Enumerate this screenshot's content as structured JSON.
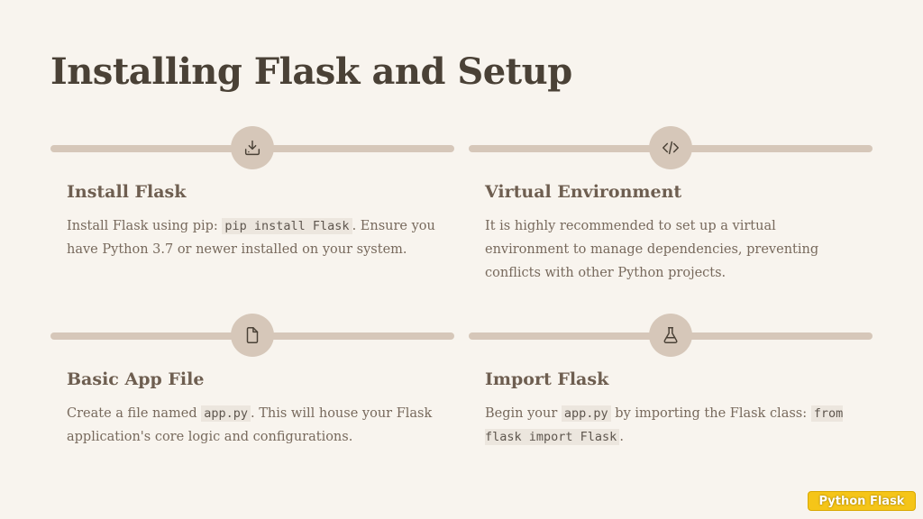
{
  "slide": {
    "title": "Installing Flask and Setup",
    "cards": [
      {
        "icon": "download-icon",
        "title": "Install Flask",
        "body": [
          {
            "text": "Install Flask using pip: "
          },
          {
            "code": "pip install Flask"
          },
          {
            "text": ". Ensure you have Python 3.7 or newer installed on your system."
          }
        ]
      },
      {
        "icon": "code-icon",
        "title": "Virtual Environment",
        "body": [
          {
            "text": "It is highly recommended to set up a virtual environment to manage dependencies, preventing conflicts with other Python projects."
          }
        ]
      },
      {
        "icon": "file-icon",
        "title": "Basic App File",
        "body": [
          {
            "text": "Create a file named "
          },
          {
            "code": "app.py"
          },
          {
            "text": ". This will house your Flask application's core logic and configurations."
          }
        ]
      },
      {
        "icon": "flask-icon",
        "title": "Import Flask",
        "body": [
          {
            "text": "Begin your "
          },
          {
            "code": "app.py"
          },
          {
            "text": " by importing the Flask class: "
          },
          {
            "code": "from flask import Flask"
          },
          {
            "text": "."
          }
        ]
      }
    ]
  },
  "badge": {
    "label": "Python Flask"
  },
  "colors": {
    "background": "#f8f4ee",
    "rail": "#d6c7b9",
    "title": "#4a4136",
    "card_title": "#6e5e50",
    "body_text": "#77695c",
    "badge": "#f5c518"
  }
}
